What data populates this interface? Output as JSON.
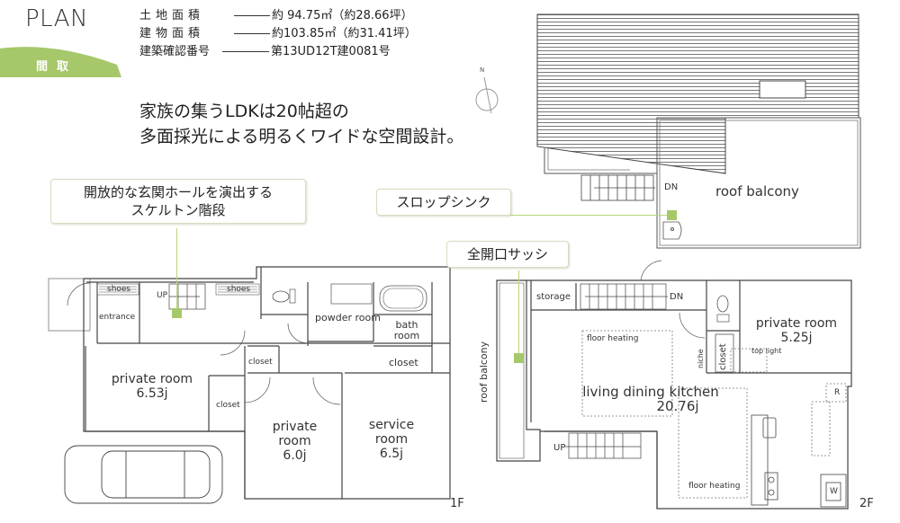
{
  "header": {
    "title": "PLAN",
    "section_label": "間取",
    "accent_color": "#a6c86a"
  },
  "specs": [
    {
      "label": "土地面積",
      "value": "約 94.75㎡（約28.66坪）"
    },
    {
      "label": "建物面積",
      "value": "約103.85㎡（約31.41坪）"
    },
    {
      "label": "建築確認番号",
      "value": "第13UD12T建0081号"
    }
  ],
  "headline": {
    "line1": "家族の集うLDKは20帖超の",
    "line2": "多面採光による明るくワイドな空間設計。"
  },
  "compass": {
    "label": "N"
  },
  "callouts": {
    "stairs": {
      "line1": "開放的な玄関ホールを演出する",
      "line2": "スケルトン階段"
    },
    "slop_sink": {
      "text": "スロップシンク"
    },
    "sash": {
      "text": "全開口サッシ"
    }
  },
  "roof": {
    "balcony_label": "roof balcony",
    "stair_label": "DN"
  },
  "floor1": {
    "floor_label": "1F",
    "rooms": {
      "entrance": "entrance",
      "shoes1": "shoes",
      "shoes2": "shoes",
      "up": "UP",
      "powder": "powder room",
      "bath": "bath room",
      "closet_top_right": "closet",
      "closet_hall": "closet",
      "closet_small": "closet",
      "private_room_1_name": "private room",
      "private_room_1_size": "6.53j",
      "private_room_2_name1": "private",
      "private_room_2_name2": "room",
      "private_room_2_size": "6.0j",
      "service_room_name1": "service",
      "service_room_name2": "room",
      "service_room_size": "6.5j"
    }
  },
  "floor2": {
    "floor_label": "2F",
    "rooms": {
      "storage": "storage",
      "dn": "DN",
      "up": "UP",
      "roof_balcony": "roof balcony",
      "floor_heating_1": "floor heating",
      "floor_heating_2": "floor heating",
      "ldk_name": "living dining kitchen",
      "ldk_size": "20.76j",
      "private_room_name": "private room",
      "private_room_size": "5.25j",
      "top_light": "top light",
      "closet": "closet",
      "niche": "niche",
      "refrigerator": "R",
      "washer": "W"
    }
  }
}
